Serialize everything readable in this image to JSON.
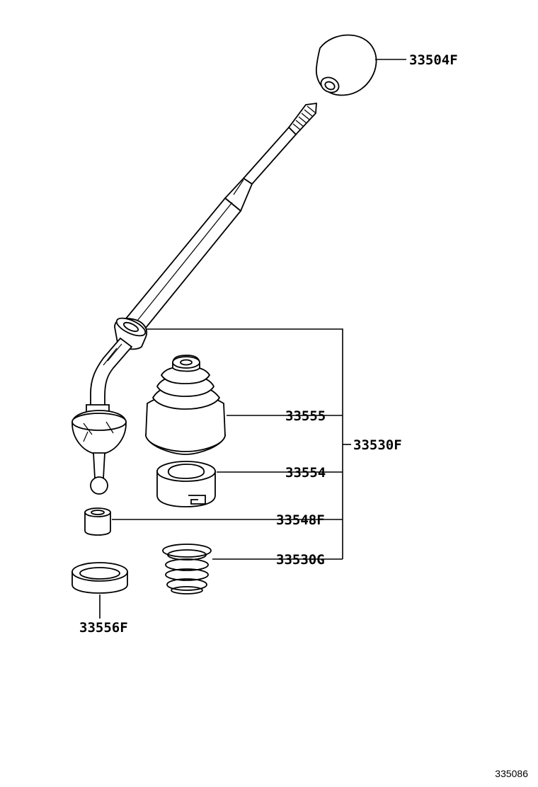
{
  "parts": {
    "knob": "33504F",
    "lever_assy": "33530F",
    "boot": "33555",
    "seat": "33554",
    "bushing": "33548F",
    "spring": "33530G",
    "ring": "33556F"
  },
  "reference_number": "335086"
}
